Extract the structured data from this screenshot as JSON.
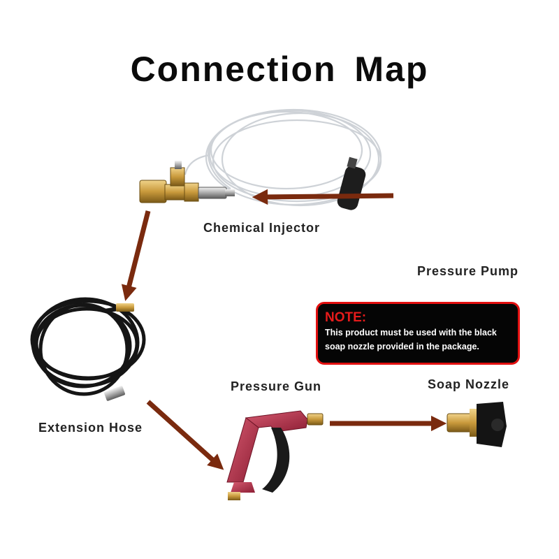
{
  "title": "Connection Map",
  "labels": {
    "chemical_injector": "Chemical Injector",
    "pressure_pump": "Pressure Pump",
    "extension_hose": "Extension Hose",
    "pressure_gun": "Pressure Gun",
    "soap_nozzle": "Soap Nozzle"
  },
  "note": {
    "heading": "NOTE:",
    "line1": "This product must be used with the black",
    "line2": "soap nozzle provided in the package."
  },
  "colors": {
    "arrow": "#7a2a0e",
    "brass": "#c99a3c",
    "gun": "#b0324a",
    "note_border": "#e21010",
    "note_heading": "#e51b1b"
  }
}
